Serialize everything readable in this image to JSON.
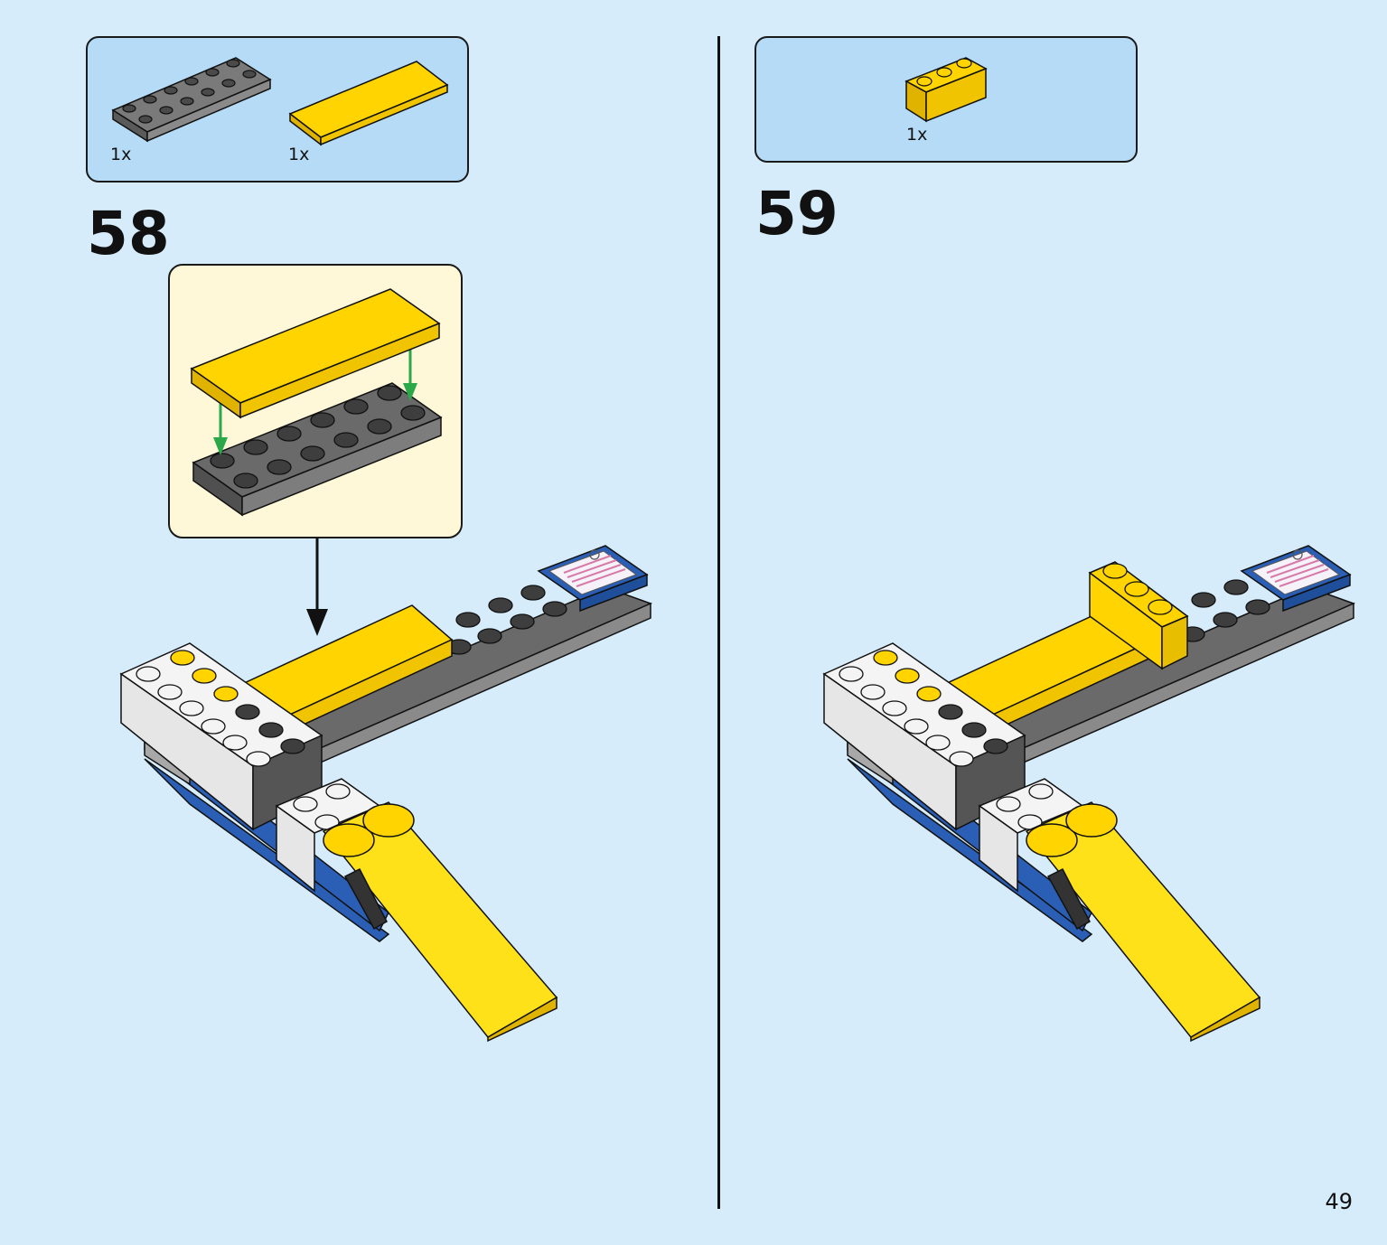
{
  "colors": {
    "background": "#d6ecfb",
    "parts_box": "#b5dbf6",
    "callout": "#fef7d8",
    "yellow": "#ffd400",
    "dark_gray": "#5a5a5a",
    "light_gray": "#a8a8a8",
    "white": "#f4f4f4",
    "blue": "#2a5fb5",
    "arrow_green": "#2aa84a"
  },
  "step58": {
    "number": "58",
    "parts": [
      {
        "icon": "gray-plate-2x6-icon",
        "quantity": "1x"
      },
      {
        "icon": "yellow-tile-2x6-icon",
        "quantity": "1x"
      }
    ]
  },
  "step59": {
    "number": "59",
    "parts": [
      {
        "icon": "yellow-brick-1x3-icon",
        "quantity": "1x"
      }
    ]
  },
  "page_number": "49"
}
